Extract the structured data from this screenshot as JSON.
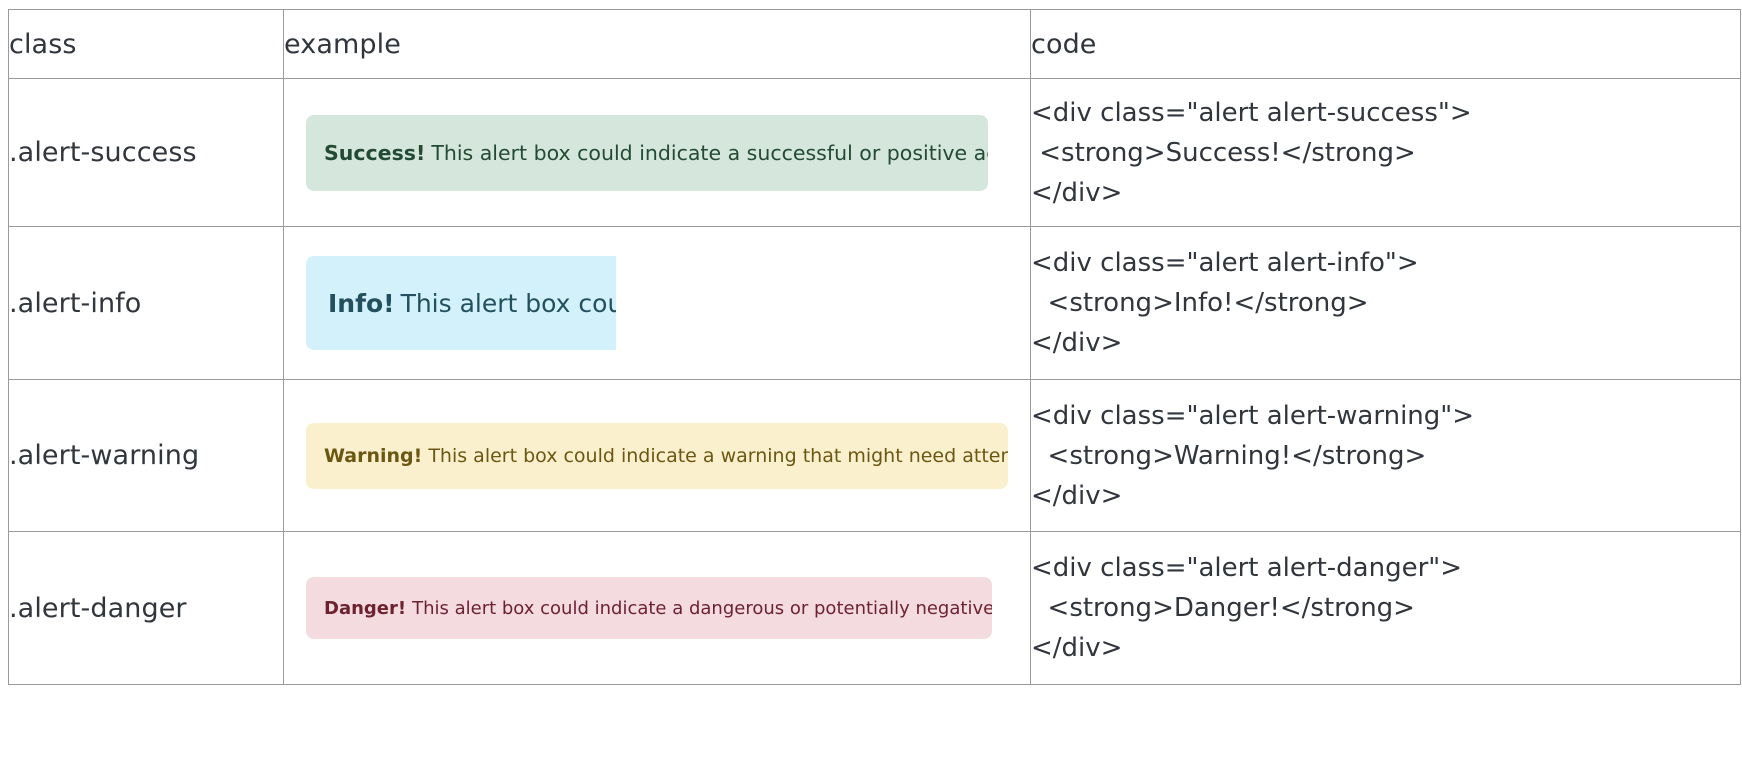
{
  "table": {
    "headers": [
      "class",
      "example",
      "code"
    ],
    "rows": [
      {
        "class": ".alert-success",
        "alert": {
          "variant": "success",
          "strong": "Success!",
          "text": "This alert box could indicate a successful or positive action.",
          "bg": "#d5e6dc",
          "fg": "#234a33"
        },
        "code": "<div class=\"alert alert-success\">\n <strong>Success!</strong>\n</div>"
      },
      {
        "class": ".alert-info",
        "alert": {
          "variant": "info",
          "strong": "Info!",
          "text": "This alert box could indicate a neutral informative change or action.",
          "bg": "#d2f1fb",
          "fg": "#23505e"
        },
        "code": "<div class=\"alert alert-info\">\n  <strong>Info!</strong>\n</div>"
      },
      {
        "class": ".alert-warning",
        "alert": {
          "variant": "warning",
          "strong": "Warning!",
          "text": "This alert box could indicate a warning that might need attention.",
          "bg": "#fbf0cd",
          "fg": "#6b5712"
        },
        "code": "<div class=\"alert alert-warning\">\n  <strong>Warning!</strong>\n</div>"
      },
      {
        "class": ".alert-danger",
        "alert": {
          "variant": "danger",
          "strong": "Danger!",
          "text": "This alert box could indicate a dangerous or potentially negative action.",
          "bg": "#f3dbdf",
          "fg": "#6d2230"
        },
        "code": "<div class=\"alert alert-danger\">\n  <strong>Danger!</strong>\n</div>"
      }
    ]
  },
  "colors": {
    "border": "#9a9a9a",
    "text": "#30363c",
    "page_bg": "#ffffff"
  }
}
